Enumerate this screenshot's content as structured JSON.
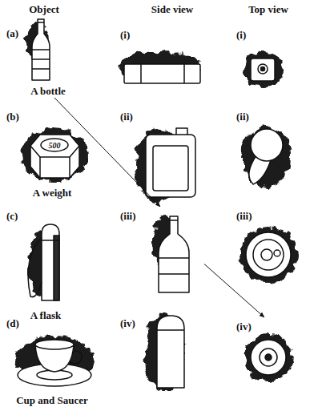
{
  "diagram": {
    "nodes": [
      {
        "text": [
          "(a)",
          "A bottle"
        ]
      },
      {
        "text": [
          "(i)"
        ]
      },
      {
        "text": [
          "(i)"
        ]
      },
      {
        "text": [
          "(b)",
          "A weight"
        ]
      },
      {
        "text": [
          "(ii)"
        ]
      },
      {
        "text": [
          "(ii)"
        ]
      },
      {
        "text": [
          "(c)",
          "A flask"
        ]
      },
      {
        "text": [
          "(iii)"
        ]
      },
      {
        "text": [
          "(iii)"
        ]
      },
      {
        "text": [
          "(d)",
          "Cup and Saucer"
        ]
      },
      {
        "text": [
          "(iv)"
        ]
      },
      {
        "text": [
          "(iv)"
        ]
      }
    ],
    "edges": [
      {
        "from": 0,
        "to": 7,
        "arrow": "to"
      },
      {
        "from": 7,
        "to": 11,
        "arrow": "to"
      }
    ],
    "labels": [
      "Object",
      "Side view",
      "Top view",
      "500"
    ]
  }
}
